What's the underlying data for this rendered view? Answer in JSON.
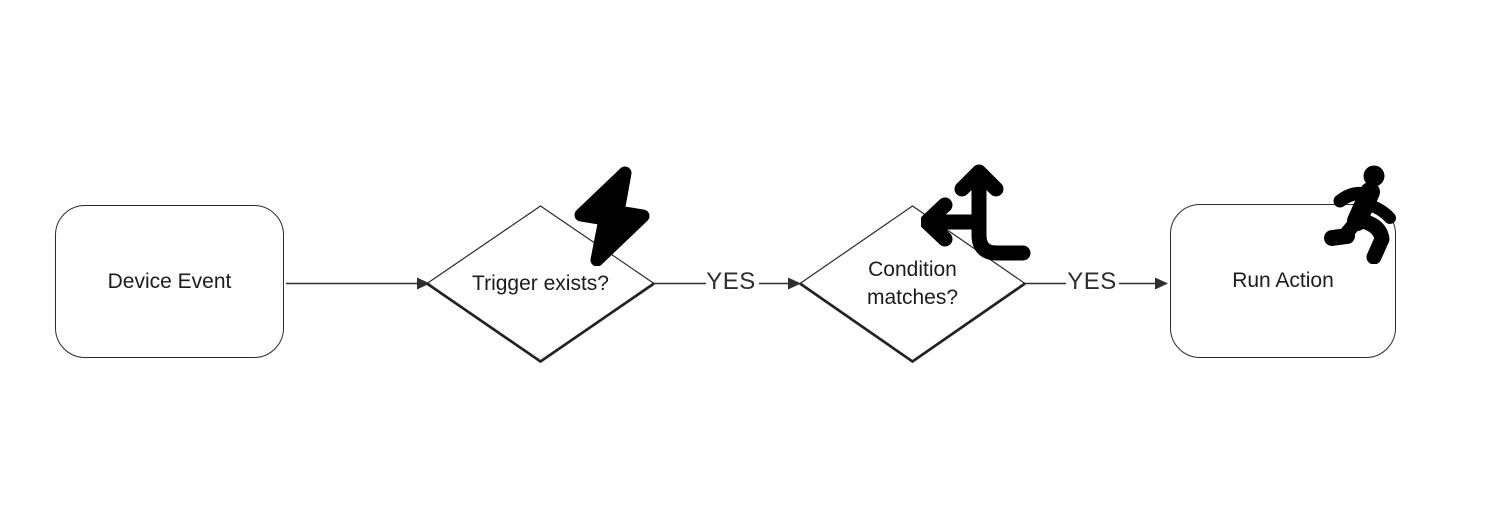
{
  "diagram": {
    "type": "flowchart",
    "direction": "left-to-right",
    "colors": {
      "node_border": "#2b2b2b",
      "connector": "#2e2e2e",
      "icon": "#000000",
      "text": "#1c1c1c",
      "background": "#ffffff"
    },
    "nodes": [
      {
        "id": "device-event",
        "shape": "rounded-rectangle",
        "label": "Device Event",
        "icon": null
      },
      {
        "id": "trigger-exists",
        "shape": "diamond",
        "label": "Trigger exists?",
        "icon": "lightning-bolt-icon"
      },
      {
        "id": "condition-matches",
        "shape": "diamond",
        "label": "Condition matches?",
        "icon": "split-arrows-icon"
      },
      {
        "id": "run-action",
        "shape": "rounded-rectangle",
        "label": "Run Action",
        "icon": "running-person-icon"
      }
    ],
    "edges": [
      {
        "from": "device-event",
        "to": "trigger-exists",
        "label": ""
      },
      {
        "from": "trigger-exists",
        "to": "condition-matches",
        "label": "YES"
      },
      {
        "from": "condition-matches",
        "to": "run-action",
        "label": "YES"
      }
    ]
  }
}
